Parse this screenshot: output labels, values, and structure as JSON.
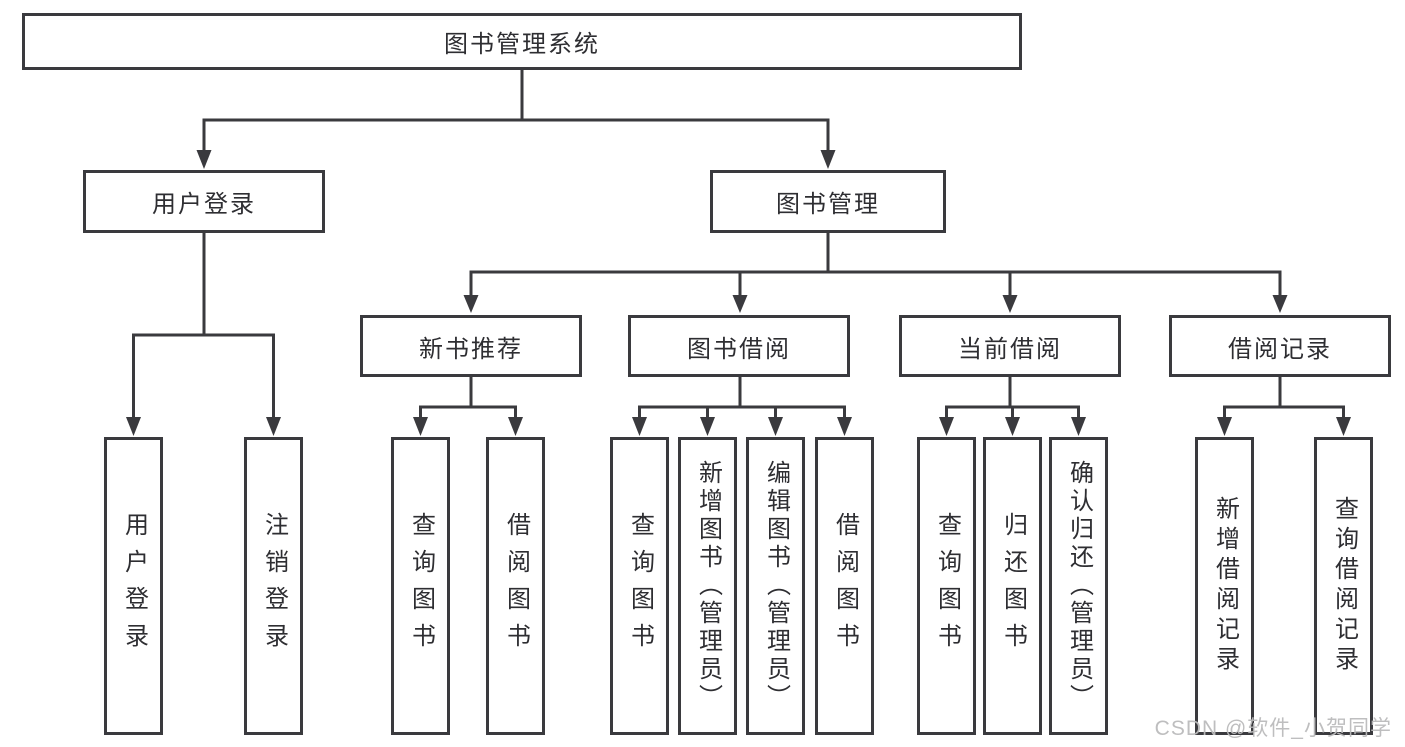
{
  "diagram": {
    "root_label": "图书管理系统",
    "branches": [
      {
        "label": "用户登录",
        "leaves": [
          "用户登录",
          "注销登录"
        ]
      },
      {
        "label": "图书管理",
        "sections": [
          {
            "label": "新书推荐",
            "leaves": [
              "查询图书",
              "借阅图书"
            ]
          },
          {
            "label": "图书借阅",
            "leaves": [
              "查询图书",
              "新增图书（管理员）",
              "编辑图书（管理员）",
              "借阅图书"
            ]
          },
          {
            "label": "当前借阅",
            "leaves": [
              "查询图书",
              "归还图书",
              "确认归还（管理员）"
            ]
          },
          {
            "label": "借阅记录",
            "leaves": [
              "新增借阅记录",
              "查询借阅记录"
            ]
          }
        ]
      }
    ]
  },
  "watermark": {
    "text": "CSDN @软件_小贺同学"
  },
  "colors": {
    "line": "#3a3a3e",
    "text": "#2e2e32",
    "watermark": "#bababc",
    "background": "#ffffff"
  }
}
